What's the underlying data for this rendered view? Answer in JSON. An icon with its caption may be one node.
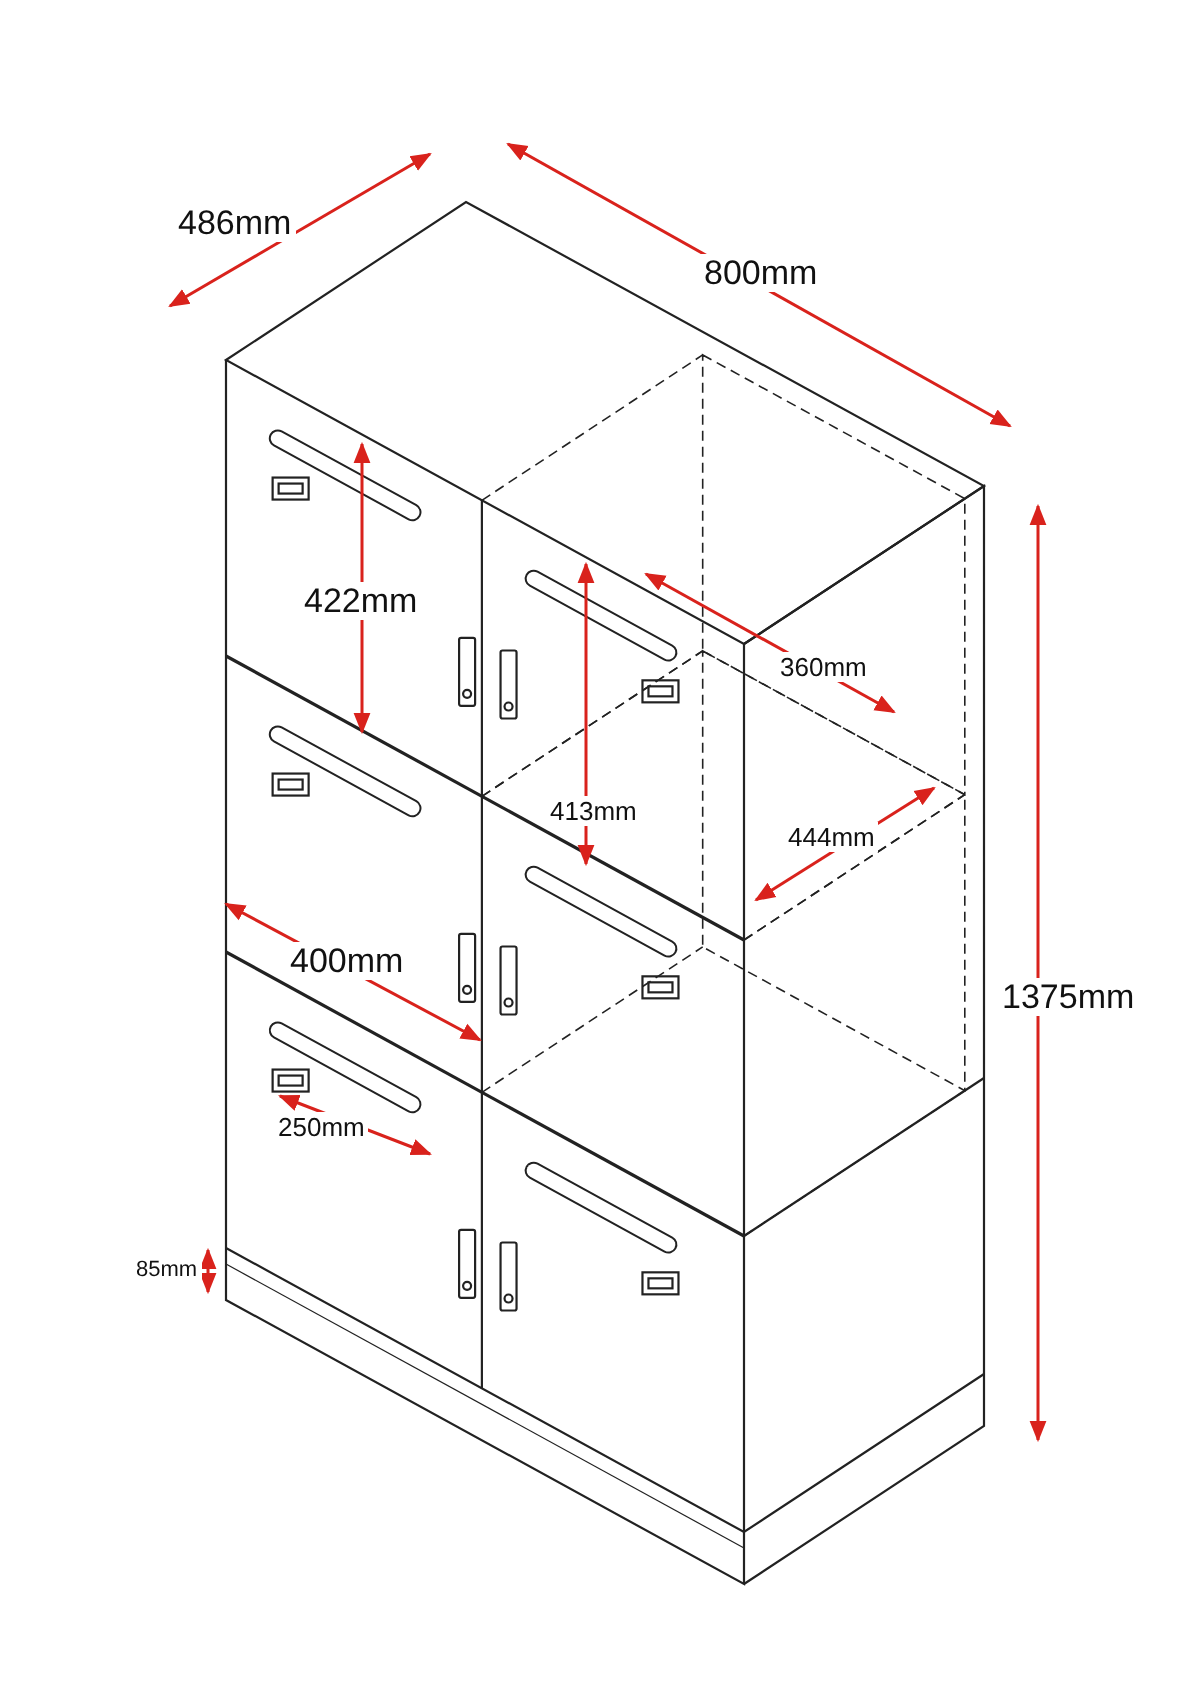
{
  "diagram": {
    "labels": [
      "486mm",
      "800mm",
      "422mm",
      "360mm",
      "413mm",
      "444mm",
      "400mm",
      "1375mm",
      "250mm",
      "85mm"
    ]
  }
}
